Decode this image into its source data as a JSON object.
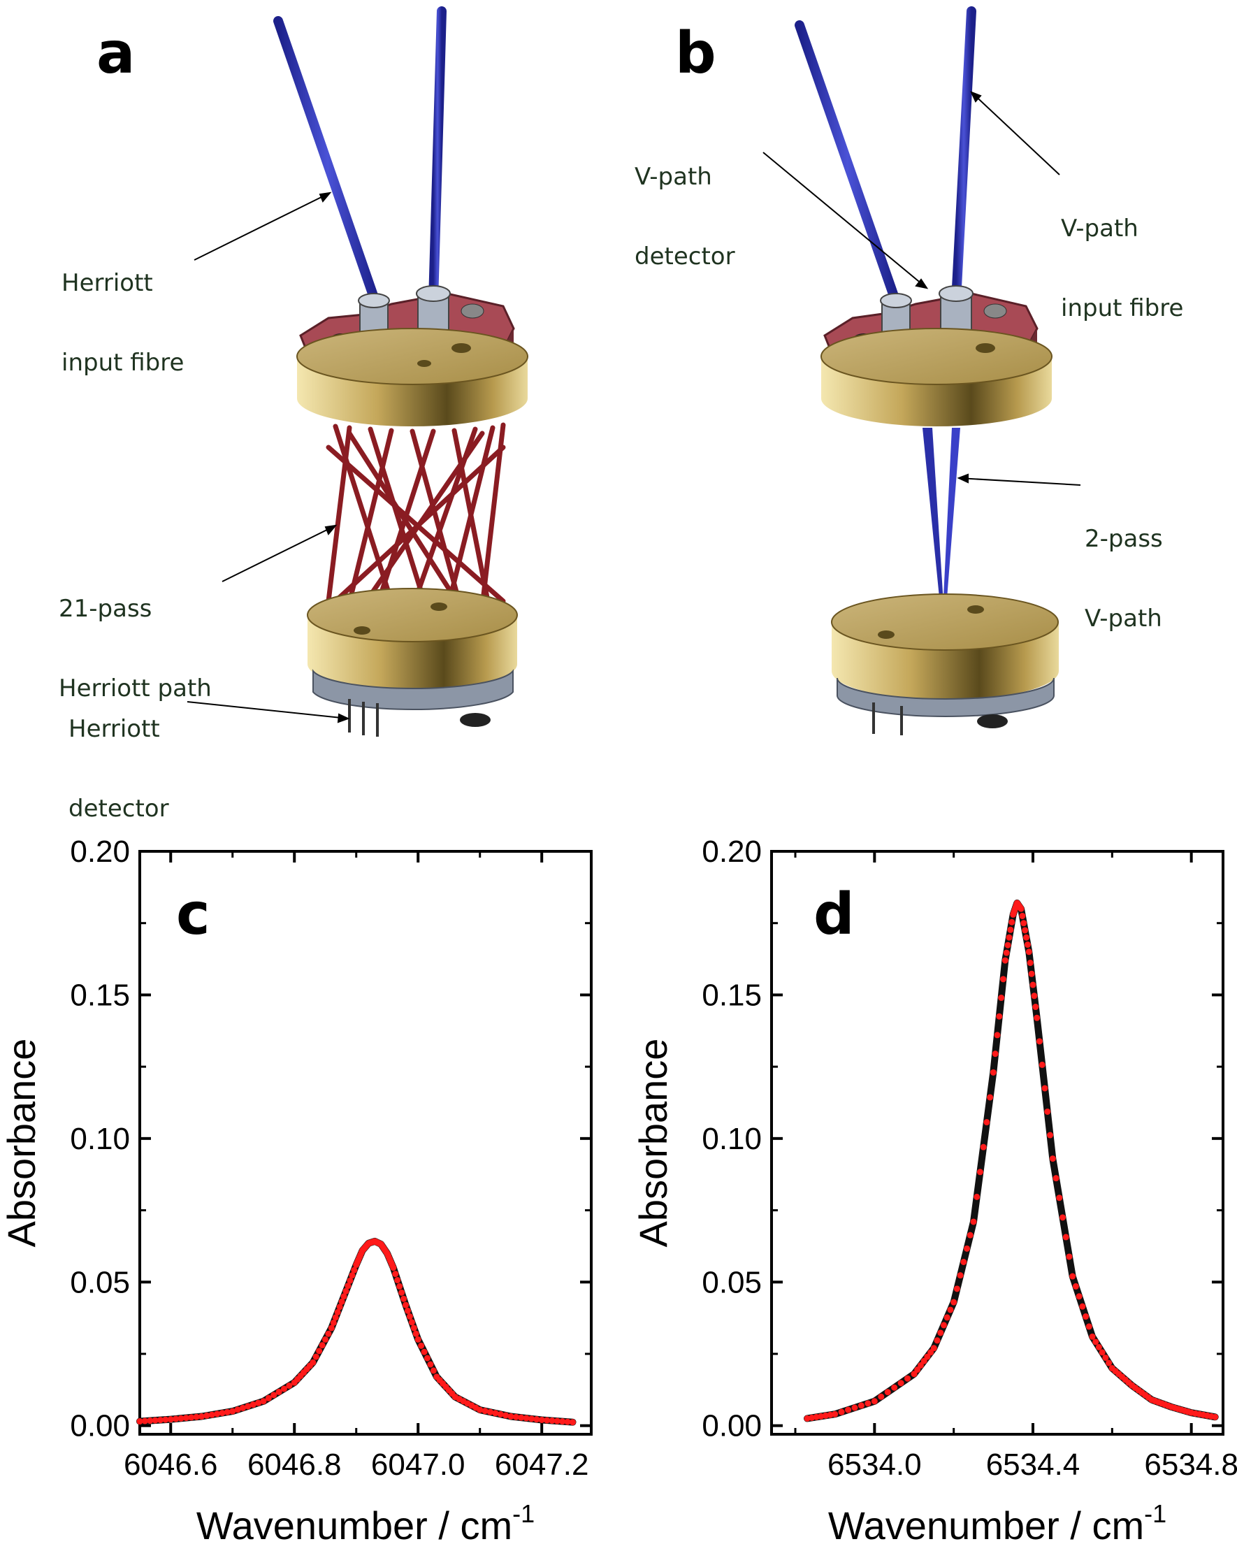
{
  "panels": {
    "a": {
      "letter": "a",
      "labels": {
        "input_fibre": [
          "Herriott",
          "input fibre"
        ],
        "path": [
          "21-pass",
          "Herriott path"
        ],
        "detector": [
          "Herriott",
          "detector"
        ]
      }
    },
    "b": {
      "letter": "b",
      "labels": {
        "detector": [
          "V-path",
          "detector"
        ],
        "input_fibre": [
          "V-path",
          "input fibre"
        ],
        "path": [
          "2-pass",
          "V-path"
        ]
      }
    }
  },
  "colors": {
    "fibre": "#2a2fa8",
    "herriott_path": "#8a1c22",
    "brass": "#b9a05a",
    "mount_red": "#a84a55",
    "steel": "#8c96a6",
    "fit_line": "#111111",
    "data_points": "#ff1a1a"
  },
  "chart_data": [
    {
      "panel": "c",
      "type": "line",
      "xlabel": "Wavenumber / cm-1",
      "ylabel": "Absorbance",
      "xlim": [
        6046.55,
        6047.28
      ],
      "ylim": [
        -0.003,
        0.2
      ],
      "xticks": [
        "6046.6",
        "6046.8",
        "6047.0",
        "6047.2"
      ],
      "yticks": [
        "0.00",
        "0.05",
        "0.10",
        "0.15",
        "0.20"
      ],
      "series": [
        {
          "role": "fit",
          "x": [
            6046.55,
            6046.6,
            6046.65,
            6046.7,
            6046.75,
            6046.8,
            6046.83,
            6046.86,
            6046.88,
            6046.9,
            6046.91,
            6046.92,
            6046.93,
            6046.94,
            6046.95,
            6046.96,
            6046.98,
            6047.0,
            6047.03,
            6047.06,
            6047.1,
            6047.15,
            6047.2,
            6047.25
          ],
          "y": [
            0.0015,
            0.0022,
            0.0032,
            0.005,
            0.0085,
            0.015,
            0.022,
            0.034,
            0.045,
            0.056,
            0.061,
            0.0635,
            0.0642,
            0.0632,
            0.06,
            0.055,
            0.042,
            0.03,
            0.017,
            0.01,
            0.0055,
            0.0032,
            0.002,
            0.0012
          ]
        },
        {
          "role": "measured",
          "x": [
            6046.55,
            6046.6,
            6046.65,
            6046.7,
            6046.75,
            6046.8,
            6046.83,
            6046.86,
            6046.88,
            6046.9,
            6046.91,
            6046.92,
            6046.93,
            6046.94,
            6046.95,
            6046.96,
            6046.98,
            6047.0,
            6047.03,
            6047.06,
            6047.1,
            6047.15,
            6047.2,
            6047.25
          ],
          "y": [
            0.0015,
            0.0022,
            0.0032,
            0.005,
            0.0085,
            0.015,
            0.022,
            0.034,
            0.045,
            0.056,
            0.061,
            0.0635,
            0.0642,
            0.0632,
            0.06,
            0.055,
            0.042,
            0.03,
            0.017,
            0.01,
            0.0055,
            0.0032,
            0.002,
            0.0012
          ]
        }
      ]
    },
    {
      "panel": "d",
      "type": "line",
      "xlabel": "Wavenumber / cm-1",
      "ylabel": "Absorbance",
      "xlim": [
        6533.74,
        6534.88
      ],
      "ylim": [
        -0.003,
        0.2
      ],
      "xticks": [
        "6534.0",
        "6534.4",
        "6534.8"
      ],
      "yticks": [
        "0.00",
        "0.05",
        "0.10",
        "0.15",
        "0.20"
      ],
      "series": [
        {
          "role": "fit",
          "x": [
            6533.83,
            6533.9,
            6534.0,
            6534.1,
            6534.15,
            6534.2,
            6534.25,
            6534.3,
            6534.33,
            6534.35,
            6534.36,
            6534.37,
            6534.39,
            6534.41,
            6534.45,
            6534.5,
            6534.55,
            6534.6,
            6534.65,
            6534.7,
            6534.75,
            6534.8,
            6534.86
          ],
          "y": [
            0.0025,
            0.004,
            0.0085,
            0.018,
            0.027,
            0.043,
            0.071,
            0.123,
            0.162,
            0.178,
            0.182,
            0.18,
            0.165,
            0.142,
            0.093,
            0.052,
            0.031,
            0.02,
            0.014,
            0.009,
            0.0065,
            0.0045,
            0.003
          ]
        },
        {
          "role": "measured",
          "x": [
            6533.83,
            6533.9,
            6534.0,
            6534.1,
            6534.15,
            6534.2,
            6534.25,
            6534.3,
            6534.33,
            6534.35,
            6534.36,
            6534.37,
            6534.39,
            6534.41,
            6534.45,
            6534.5,
            6534.55,
            6534.6,
            6534.65,
            6534.7,
            6534.75,
            6534.8,
            6534.86
          ],
          "y": [
            0.0025,
            0.004,
            0.0085,
            0.018,
            0.027,
            0.043,
            0.071,
            0.123,
            0.162,
            0.178,
            0.182,
            0.18,
            0.165,
            0.142,
            0.093,
            0.052,
            0.031,
            0.02,
            0.014,
            0.009,
            0.0065,
            0.0045,
            0.003
          ]
        }
      ]
    }
  ]
}
